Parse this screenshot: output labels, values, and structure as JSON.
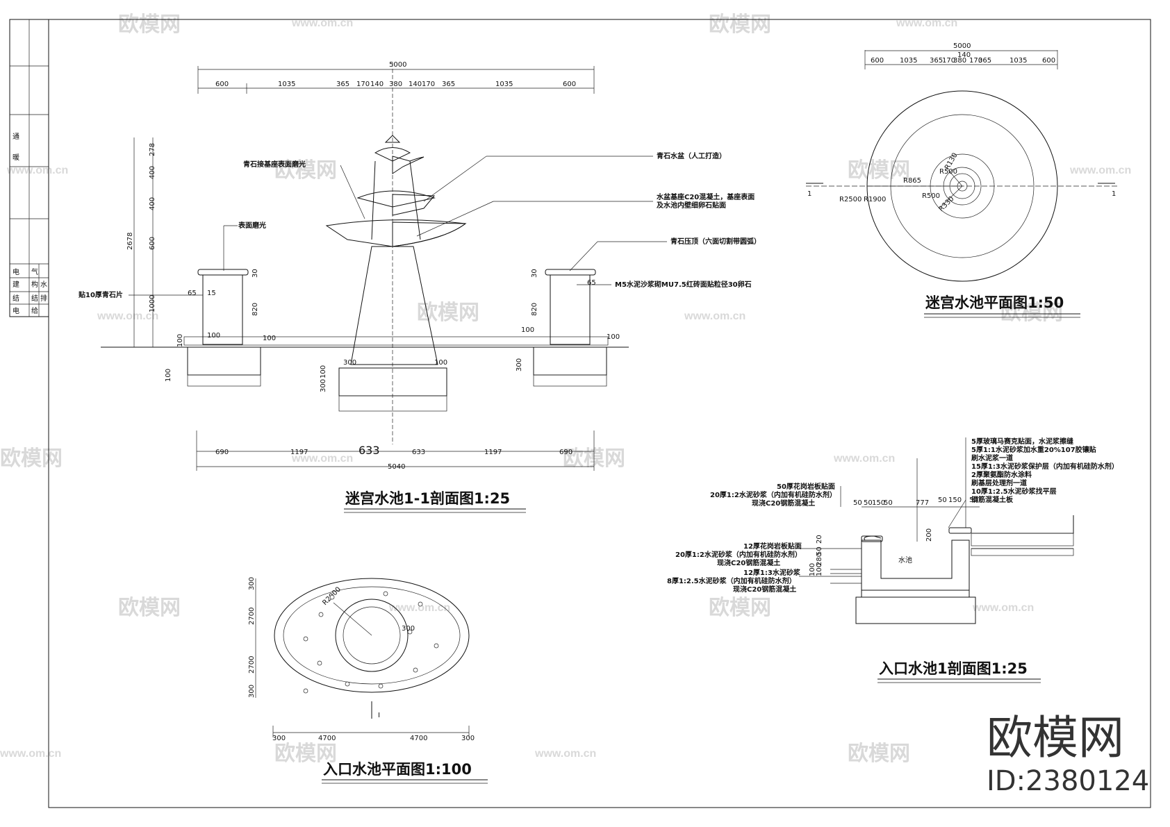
{
  "sheet": {
    "logo_text": "欧模网",
    "id_text": "ID:2380124",
    "watermark_text": "欧模网",
    "watermark_url": "www.om.cn",
    "title_block_labels": [
      "建",
      "结",
      "电",
      "给",
      "排",
      "水",
      "暖",
      "通",
      "气",
      "电",
      "结",
      "构"
    ]
  },
  "section11": {
    "title": "迷宫水池1-1剖面图1:25",
    "top_total": "5000",
    "top_dims": [
      "600",
      "1035",
      "365",
      "170",
      "140",
      "380",
      "140",
      "170",
      "365",
      "1035",
      "600"
    ],
    "bottom_dims": [
      "690",
      "1197",
      "633",
      "633",
      "1197",
      "690"
    ],
    "bottom_total": "5040",
    "left_total": "2678",
    "left_dims": [
      "278",
      "400",
      "400",
      "600",
      "1000"
    ],
    "labels": {
      "basin_top": "青石接基座表面磨光",
      "surface_polish": "表面磨光",
      "slate_tiles": "贴10厚青石片",
      "bluestone_basin": "青石水盆（人工打造）",
      "base_concrete": "水盆基座C20混凝土，基座表面",
      "base_concrete_2": "及水池内壁细卵石贴面",
      "coping": "青石压顶（六面切割带圆弧）",
      "brick_wall": "M5水泥沙浆砌MU7.5红砖面贴粒径30卵石"
    },
    "small_dims": [
      "65",
      "15",
      "30",
      "820",
      "100",
      "100",
      "100",
      "100",
      "300",
      "100",
      "100",
      "300",
      "65",
      "30",
      "820",
      "100",
      "100",
      "300"
    ]
  },
  "plan50": {
    "title": "迷宫水池平面图1:50",
    "top_total": "5000",
    "top_dims": [
      "600",
      "1035",
      "365",
      "170",
      "380",
      "140",
      "170",
      "365",
      "1035",
      "600"
    ],
    "radii": [
      "R2500",
      "R1900",
      "R865",
      "R500",
      "R500",
      "R330",
      "R130"
    ],
    "section_mark": "1"
  },
  "entry_plan": {
    "title": "入口水池平面图1:100",
    "radius_outer": "R2000",
    "radius_inner": "300",
    "vertical_dims": [
      "300",
      "2700",
      "2700",
      "300"
    ],
    "horizontal_dims": [
      "300",
      "4700",
      "4700",
      "300"
    ],
    "section_mark": "I"
  },
  "entry_section": {
    "title": "入口水池1剖面图1:25",
    "pool_label": "水池",
    "notes_right": [
      "5厚玻璃马赛克贴面，水泥浆擦缝",
      "5厚1:1水泥砂浆加水重20%107胶镶贴",
      "刷水泥浆一道",
      "15厚1:3水泥砂浆保护层（内加有机硅防水剂）",
      "2厚聚氨酯防水涂料",
      "刷基层处理剂一道",
      "10厚1:2.5水泥砂浆找平层",
      "钢筋混凝土板"
    ],
    "notes_top_left": [
      "50厚花岗岩板贴面",
      "20厚1:2水泥砂浆（内加有机硅防水剂）",
      "现浇C20钢筋混凝土"
    ],
    "notes_left": [
      "12厚花岗岩板贴面",
      "20厚1:2水泥砂浆（内加有机硅防水剂）",
      "现浇C20钢筋混凝土",
      "12厚1:3水泥砂浆",
      "8厚1:2.5水泥砂浆（内加有机硅防水剂）",
      "现浇C20钢筋混凝土"
    ],
    "dims": [
      "50",
      "50",
      "150",
      "50",
      "777",
      "50",
      "150",
      "50",
      "200",
      "20",
      "50",
      "280",
      "100",
      "100"
    ]
  }
}
